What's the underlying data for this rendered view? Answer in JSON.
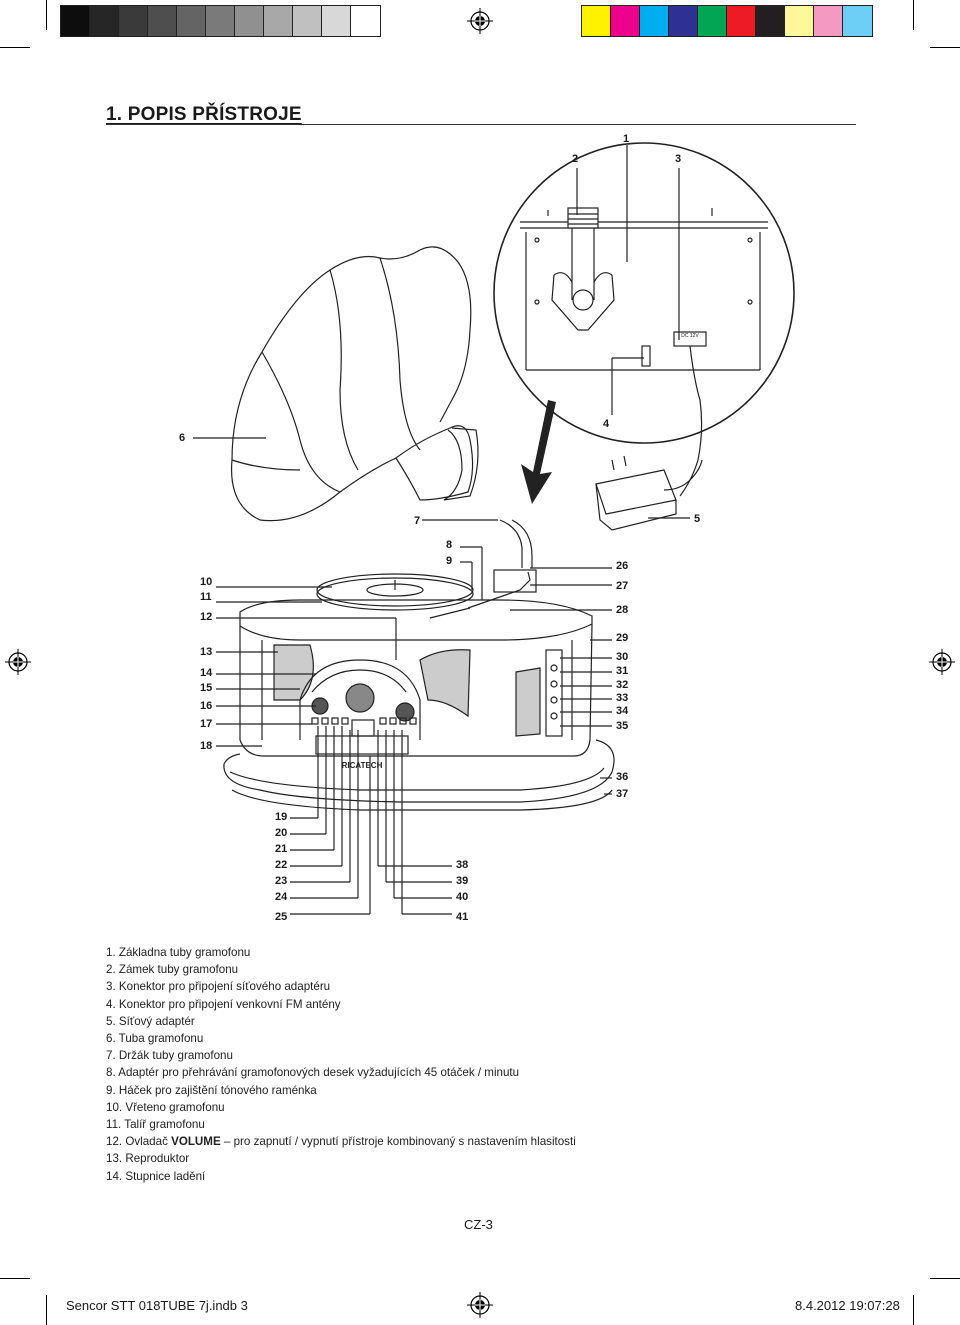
{
  "print_marks": {
    "swatches_left": [
      "#0d0d0d",
      "#262626",
      "#3a3a3a",
      "#4e4e4e",
      "#646464",
      "#7a7a7a",
      "#909090",
      "#a8a8a8",
      "#c0c0c0",
      "#d8d8d8",
      "#ffffff"
    ],
    "swatches_right": [
      "#fff200",
      "#ec008c",
      "#00aeef",
      "#2e3192",
      "#00a651",
      "#ed1c24",
      "#231f20",
      "#fff799",
      "#f49ac1",
      "#6dcff6"
    ]
  },
  "page": {
    "title": "1. POPIS PŘÍSTROJE",
    "page_number": "CZ-3"
  },
  "callouts": [
    {
      "id": "c1",
      "text": "1"
    },
    {
      "id": "c2",
      "text": "2"
    },
    {
      "id": "c3",
      "text": "3"
    },
    {
      "id": "c4",
      "text": "4"
    },
    {
      "id": "c5",
      "text": "5"
    },
    {
      "id": "c6",
      "text": "6"
    },
    {
      "id": "c7",
      "text": "7"
    },
    {
      "id": "c8",
      "text": "8"
    },
    {
      "id": "c9",
      "text": "9"
    },
    {
      "id": "c10",
      "text": "10"
    },
    {
      "id": "c11",
      "text": "11"
    },
    {
      "id": "c12",
      "text": "12"
    },
    {
      "id": "c13",
      "text": "13"
    },
    {
      "id": "c14",
      "text": "14"
    },
    {
      "id": "c15",
      "text": "15"
    },
    {
      "id": "c16",
      "text": "16"
    },
    {
      "id": "c17",
      "text": "17"
    },
    {
      "id": "c18",
      "text": "18"
    },
    {
      "id": "c19",
      "text": "19"
    },
    {
      "id": "c20",
      "text": "20"
    },
    {
      "id": "c21",
      "text": "21"
    },
    {
      "id": "c22",
      "text": "22"
    },
    {
      "id": "c23",
      "text": "23"
    },
    {
      "id": "c24",
      "text": "24"
    },
    {
      "id": "c25",
      "text": "25"
    },
    {
      "id": "c26",
      "text": "26"
    },
    {
      "id": "c27",
      "text": "27"
    },
    {
      "id": "c28",
      "text": "28"
    },
    {
      "id": "c29",
      "text": "29"
    },
    {
      "id": "c30",
      "text": "30"
    },
    {
      "id": "c31",
      "text": "31"
    },
    {
      "id": "c32",
      "text": "32"
    },
    {
      "id": "c33",
      "text": "33"
    },
    {
      "id": "c34",
      "text": "34"
    },
    {
      "id": "c35",
      "text": "35"
    },
    {
      "id": "c36",
      "text": "36"
    },
    {
      "id": "c37",
      "text": "37"
    },
    {
      "id": "c38",
      "text": "38"
    },
    {
      "id": "c39",
      "text": "39"
    },
    {
      "id": "c40",
      "text": "40"
    },
    {
      "id": "c41",
      "text": "41"
    }
  ],
  "device_labels": {
    "brand": "RICATECH",
    "dc_jack": "DC 12V"
  },
  "descriptions": [
    "1.  Základna tuby gramofonu",
    "2.  Zámek tuby gramofonu",
    "3.  Konektor pro připojení síťového adaptéru",
    "4.  Konektor pro připojení venkovní FM antény",
    "5.  Síťový adaptér",
    "6.  Tuba gramofonu",
    "7.  Držák tuby gramofonu",
    "8.  Adaptér pro přehrávání gramofonových desek vyžadujících 45 otáček / minutu",
    "9.  Háček pro zajištění tónového raménka",
    "10. Vřeteno gramofonu",
    "11. Talíř gramofonu"
  ],
  "description_12": {
    "prefix": "12. Ovladač ",
    "bold": "VOLUME",
    "suffix": " – pro zapnutí / vypnutí přístroje kombinovaný s nastavením hlasitosti"
  },
  "descriptions_tail": [
    "13. Reproduktor",
    "14. Stupnice ladění"
  ],
  "footer": {
    "left": "Sencor STT 018TUBE 7j.indb   3",
    "right": "8.4.2012   19:07:28"
  }
}
